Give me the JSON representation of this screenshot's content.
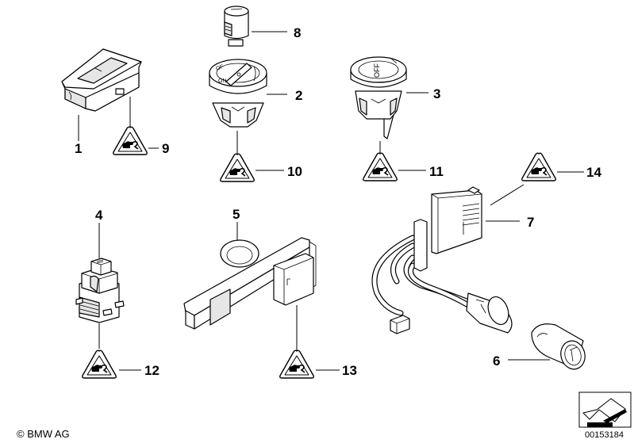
{
  "diagram": {
    "title": "Switches / socket parts illustration",
    "callouts": [
      {
        "id": "callout-1",
        "label": "1"
      },
      {
        "id": "callout-2",
        "label": "2"
      },
      {
        "id": "callout-3",
        "label": "3"
      },
      {
        "id": "callout-4",
        "label": "4"
      },
      {
        "id": "callout-5",
        "label": "5"
      },
      {
        "id": "callout-6",
        "label": "6"
      },
      {
        "id": "callout-7",
        "label": "7"
      },
      {
        "id": "callout-8",
        "label": "8"
      },
      {
        "id": "callout-9",
        "label": "9"
      },
      {
        "id": "callout-10",
        "label": "10"
      },
      {
        "id": "callout-11",
        "label": "11"
      },
      {
        "id": "callout-12",
        "label": "12"
      },
      {
        "id": "callout-13",
        "label": "13"
      },
      {
        "id": "callout-14",
        "label": "14"
      }
    ],
    "part_markings": {
      "switch2_off": "OF",
      "switch2_on": "ON",
      "switch3_off": "OFF"
    },
    "warning_icon": "electrostatic-sensitive-device-icon",
    "footer": {
      "copyright": "© BMW AG",
      "document_number": "00153184",
      "direction_icon": "arrow-lower-left-icon"
    }
  }
}
